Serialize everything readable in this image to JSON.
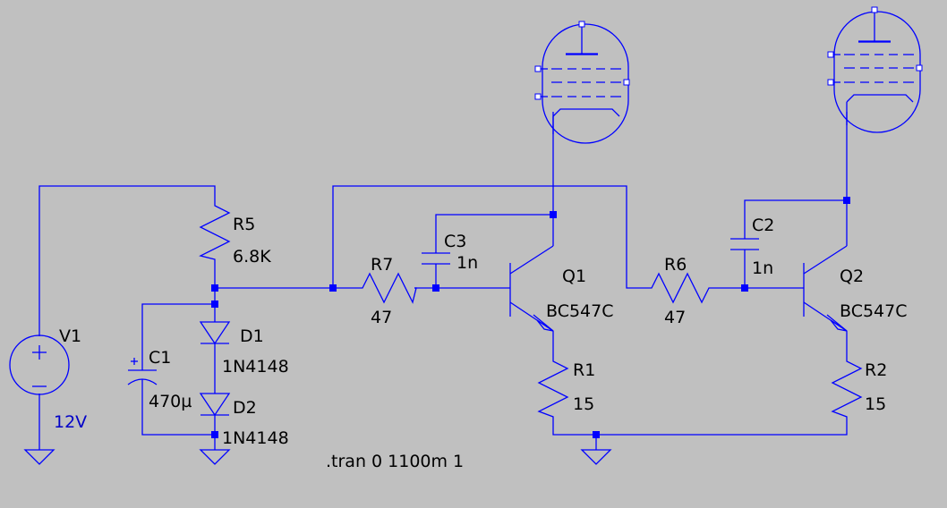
{
  "components": {
    "V1": {
      "ref": "V1",
      "value": "12V"
    },
    "R5": {
      "ref": "R5",
      "value": "6.8K"
    },
    "D1": {
      "ref": "D1",
      "value": "1N4148"
    },
    "D2": {
      "ref": "D2",
      "value": "1N4148"
    },
    "C1": {
      "ref": "C1",
      "value": "470µ"
    },
    "R7": {
      "ref": "R7",
      "value": "47"
    },
    "C3": {
      "ref": "C3",
      "value": "1n"
    },
    "Q1": {
      "ref": "Q1",
      "value": "BC547C"
    },
    "R1": {
      "ref": "R1",
      "value": "15"
    },
    "R6": {
      "ref": "R6",
      "value": "47"
    },
    "C2": {
      "ref": "C2",
      "value": "1n"
    },
    "Q2": {
      "ref": "Q2",
      "value": "BC547C"
    },
    "R2": {
      "ref": "R2",
      "value": "15"
    }
  },
  "directive": ".tran 0 1100m 1",
  "colors": {
    "wire": "#0000ff",
    "background": "#c0c0c0",
    "label": "#000000",
    "source_value": "#0000c8"
  }
}
